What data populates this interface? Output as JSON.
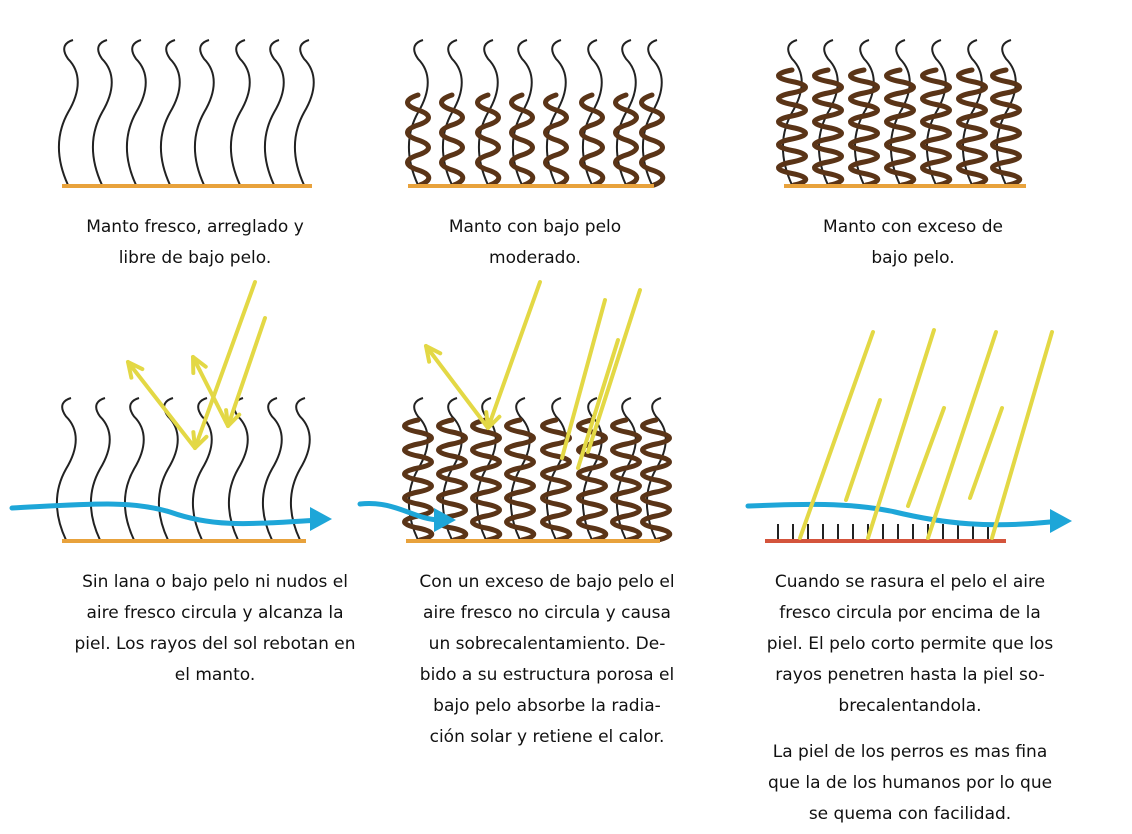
{
  "panels": [
    {
      "id": "fresh-coat",
      "caption": [
        "Manto fresco, arreglado y",
        "libre de bajo pelo."
      ]
    },
    {
      "id": "moderate-undercoat",
      "caption": [
        "Manto con bajo pelo",
        "moderado."
      ]
    },
    {
      "id": "excess-undercoat",
      "caption": [
        "Manto con exceso de",
        "bajo pelo."
      ]
    },
    {
      "id": "no-undercoat-airflow",
      "caption": [
        "Sin lana o bajo pelo  ni nudos el",
        "aire fresco circula y alcanza la",
        "piel. Los rayos del sol rebotan en",
        "el manto."
      ]
    },
    {
      "id": "excess-undercoat-airflow",
      "caption": [
        "Con un exceso de bajo pelo el",
        "aire fresco no circula y causa",
        "un sobrecalentamiento. De-",
        "bido a su estructura porosa el",
        "bajo pelo absorbe la radia-",
        "ción solar y retiene el calor."
      ]
    },
    {
      "id": "shaved-coat",
      "caption": [
        "Cuando se rasura el pelo el aire",
        "fresco circula por encima de la",
        "piel. El pelo corto permite que los",
        "rayos penetren hasta la piel so-",
        "brecalentandola."
      ],
      "note": [
        "La piel de los perros es mas fina",
        "que la de los humanos por lo que",
        "se quema con facilidad."
      ]
    }
  ],
  "colors": {
    "guard_hair": "#222222",
    "undercoat": "#5a3417",
    "skin": "#e8a23c",
    "shaved_skin": "#d4543c",
    "sun_ray": "#e3d845",
    "airflow": "#1ea6d8"
  }
}
